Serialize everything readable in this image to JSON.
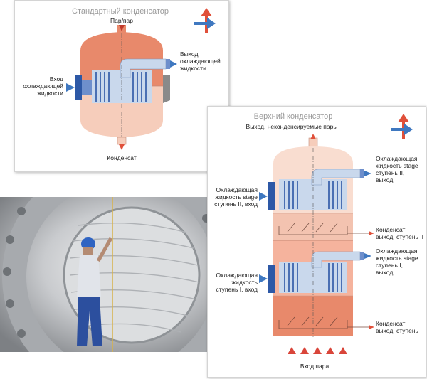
{
  "standard": {
    "title": "Стандартный конденсатор",
    "steam": "Пар/пар",
    "coolant_out": [
      "Выход",
      "охлаждающей",
      "жидкости"
    ],
    "coolant_in": [
      "Вход",
      "охлаждающей",
      "жидкости"
    ],
    "condensate": "Конденсат"
  },
  "top": {
    "title": "Верхний конденсатор",
    "vent": "Выход, неконденсируемые пары",
    "stage2_out": [
      "Охлаждающая",
      "жидкость stage",
      "ступень II,",
      "выход"
    ],
    "stage2_in": [
      "Охлаждающая",
      "жидкость stage",
      "ступень II, вход"
    ],
    "cond2": [
      "Конденсат",
      "выход, ступень II"
    ],
    "stage1_out": [
      "Охлаждающая",
      "жидкость stage",
      "ступень I,",
      "выход"
    ],
    "stage1_in": [
      "Охлаждающая",
      "жидкость",
      "ступень I, вход"
    ],
    "cond1": [
      "Конденсат",
      "выход, ступень I"
    ],
    "steam_in": "Вход пара"
  },
  "colors": {
    "vessel_top": "#e8896b",
    "vessel_bottom": "#f6cdbb",
    "tube_light": "#c9d8ec",
    "tube_blue": "#4a6fb3",
    "arrow_red": "#e0503a",
    "arrow_blue": "#3f78c0",
    "title_gray": "#9a9a9a"
  }
}
